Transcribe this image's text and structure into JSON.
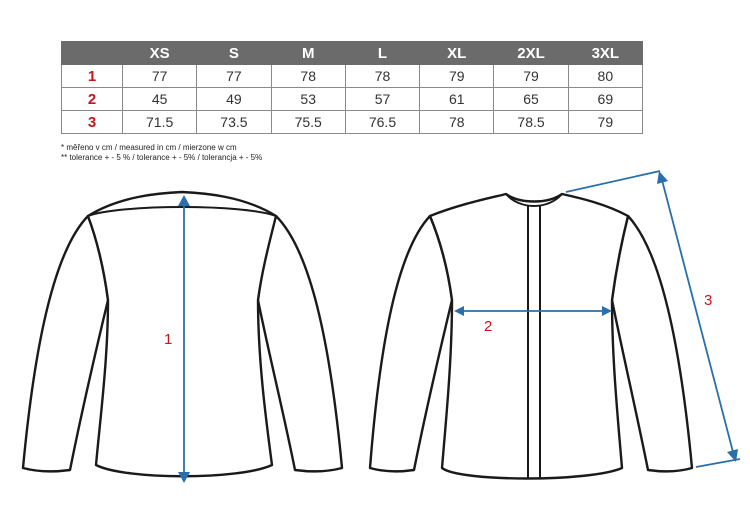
{
  "size_table": {
    "headers": [
      "XS",
      "S",
      "M",
      "L",
      "XL",
      "2XL",
      "3XL"
    ],
    "rows": [
      {
        "id": "1",
        "values": [
          "77",
          "77",
          "78",
          "78",
          "79",
          "79",
          "80"
        ]
      },
      {
        "id": "2",
        "values": [
          "45",
          "49",
          "53",
          "57",
          "61",
          "65",
          "69"
        ]
      },
      {
        "id": "3",
        "values": [
          "71.5",
          "73.5",
          "75.5",
          "76.5",
          "78",
          "78.5",
          "79"
        ]
      }
    ]
  },
  "notes": {
    "line1": "* měřeno v cm / measured in cm / mierzone w cm",
    "line2": "** tolerance + - 5 % / tolerance + - 5% / tolerancja + - 5%"
  },
  "diagram": {
    "label_1": "1",
    "label_2": "2",
    "label_3": "3",
    "label_1_color": "#c4161c",
    "label_2_color": "#c4161c",
    "label_3_color": "#c4161c",
    "measure_color": "#2a6faa"
  }
}
